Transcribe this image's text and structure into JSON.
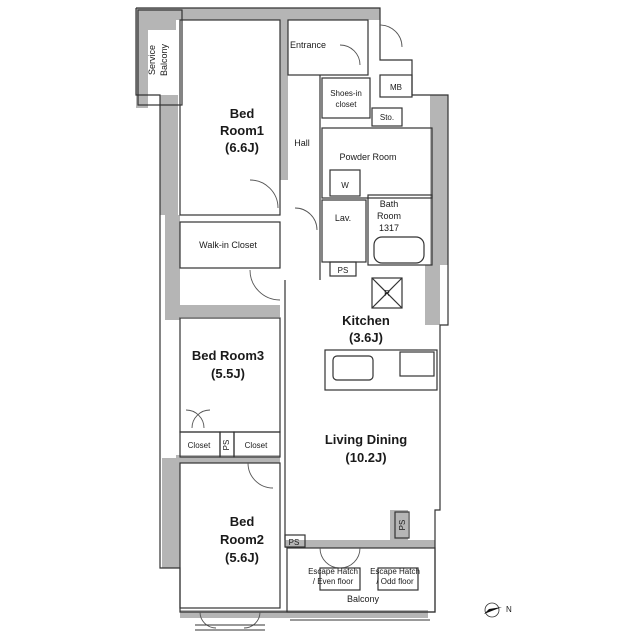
{
  "rooms": {
    "service_balcony": [
      "Service",
      "Balcony"
    ],
    "entrance": "Entrance",
    "bedroom1": [
      "Bed",
      "Room1",
      "(6.6J)"
    ],
    "hall": "Hall",
    "shoes_closet": [
      "Shoes-in",
      "closet"
    ],
    "mb": "MB",
    "sto": "Sto.",
    "powder_room": "Powder Room",
    "w": "W",
    "lav": "Lav.",
    "bath": [
      "Bath",
      "Room",
      "1317"
    ],
    "walkin_closet": "Walk-in Closet",
    "ps_a": "PS",
    "r": "R",
    "kitchen": [
      "Kitchen",
      "(3.6J)"
    ],
    "bedroom3": [
      "Bed Room3",
      "(5.5J)"
    ],
    "closet_left": "Closet",
    "ps_b": "PS",
    "closet_right": "Closet",
    "living": [
      "Living Dining",
      "(10.2J)"
    ],
    "bedroom2": [
      "Bed",
      "Room2",
      "(5.6J)"
    ],
    "ps_c": "PS",
    "ps_d": "PS",
    "hatch_even": [
      "Escape Hatch",
      "/ Even floor"
    ],
    "hatch_odd": [
      "Escape Hatch",
      "/ Odd floor"
    ],
    "balcony": "Balcony"
  },
  "compass": "N",
  "colors": {
    "wall": "#b5b5b5",
    "line": "#333333"
  }
}
